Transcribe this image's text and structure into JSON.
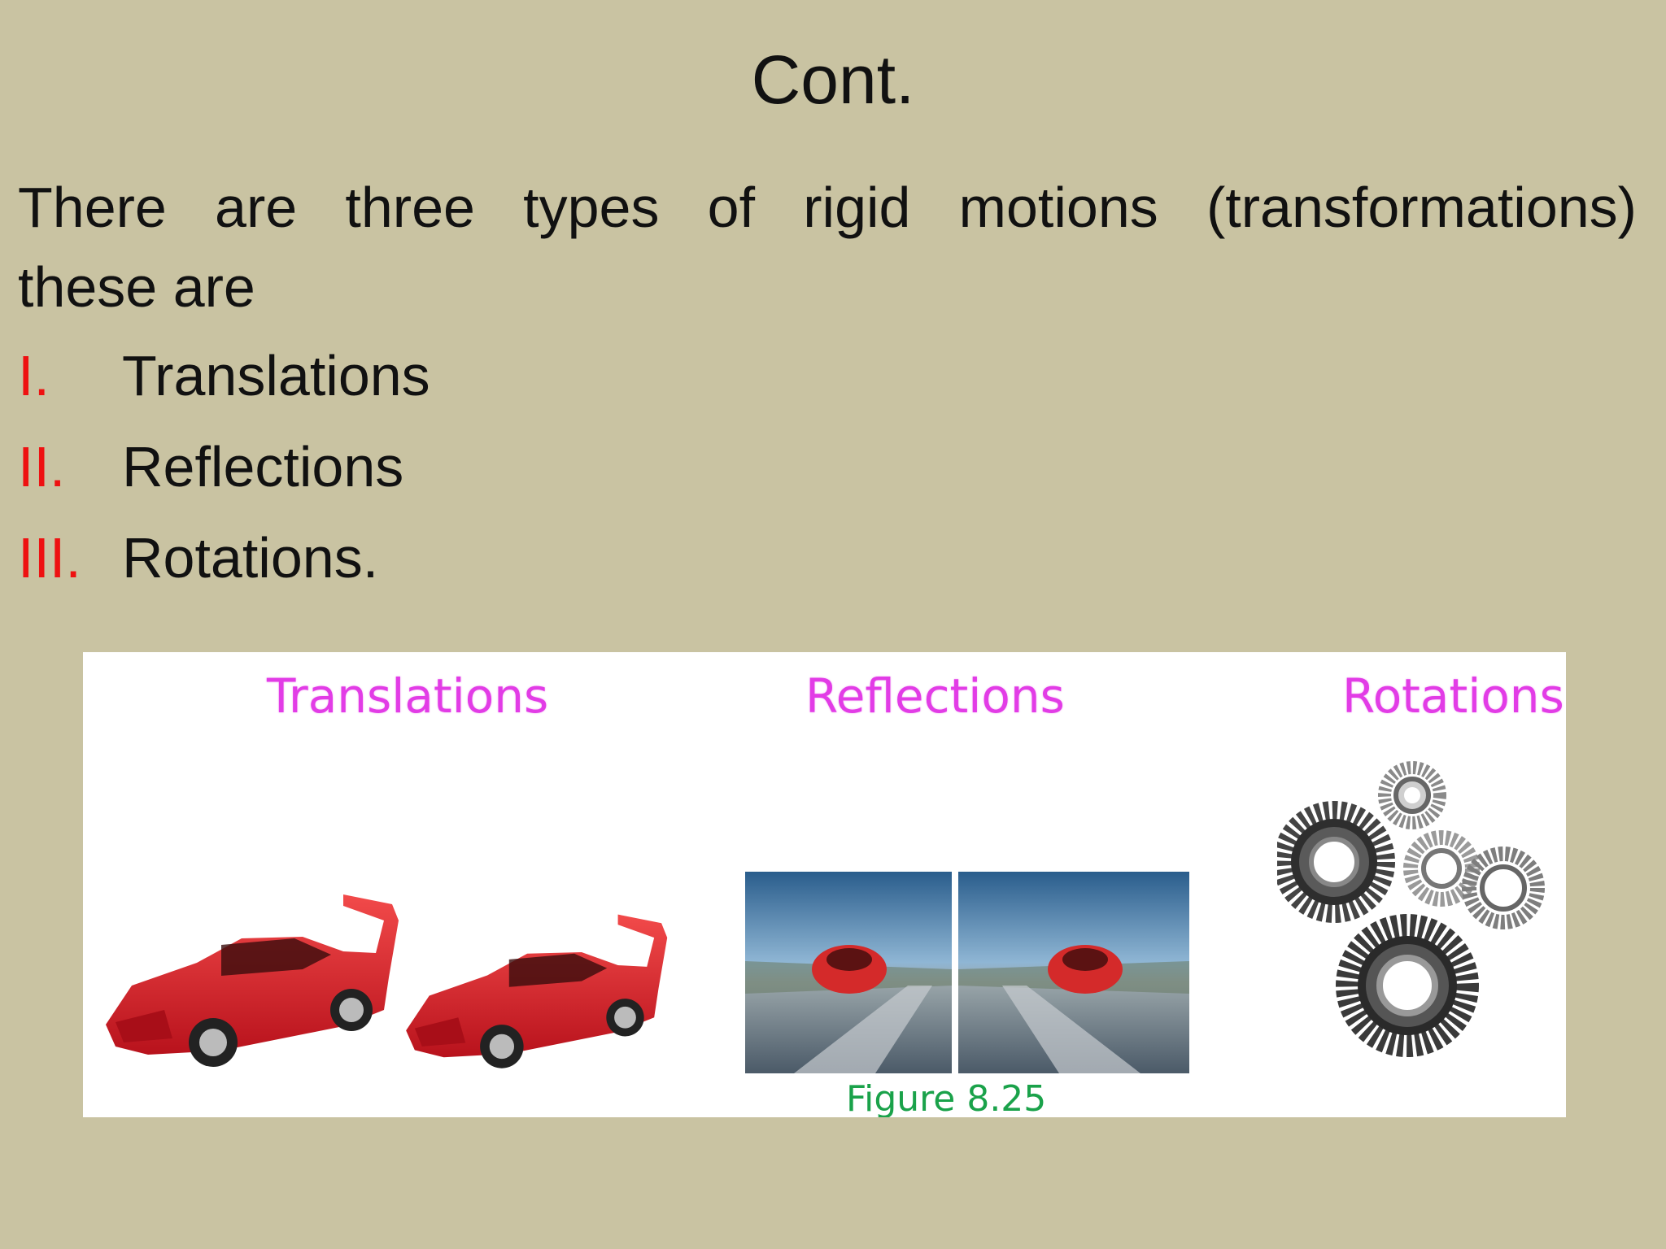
{
  "slide": {
    "title": "Cont.",
    "intro_line1": "There are three types of rigid motions (transformations)",
    "intro_line2": "these are",
    "items": [
      {
        "numeral": "I.",
        "text": "Translations"
      },
      {
        "numeral": "II.",
        "text": "Reflections"
      },
      {
        "numeral": "III.",
        "text": "Rotations."
      }
    ]
  },
  "figure": {
    "labels": {
      "translations": "Translations",
      "reflections": "Reflections",
      "rotations": "Rotations"
    },
    "caption": "Figure 8.25",
    "colors": {
      "label": "#e23ce6",
      "caption": "#1aa24a",
      "car": "#e3202a",
      "gear": "#3a3a3a",
      "background": "#c9c3a2"
    },
    "images": [
      "red-sports-car",
      "red-sports-car",
      "mirrored-car-photo",
      "gears"
    ]
  }
}
